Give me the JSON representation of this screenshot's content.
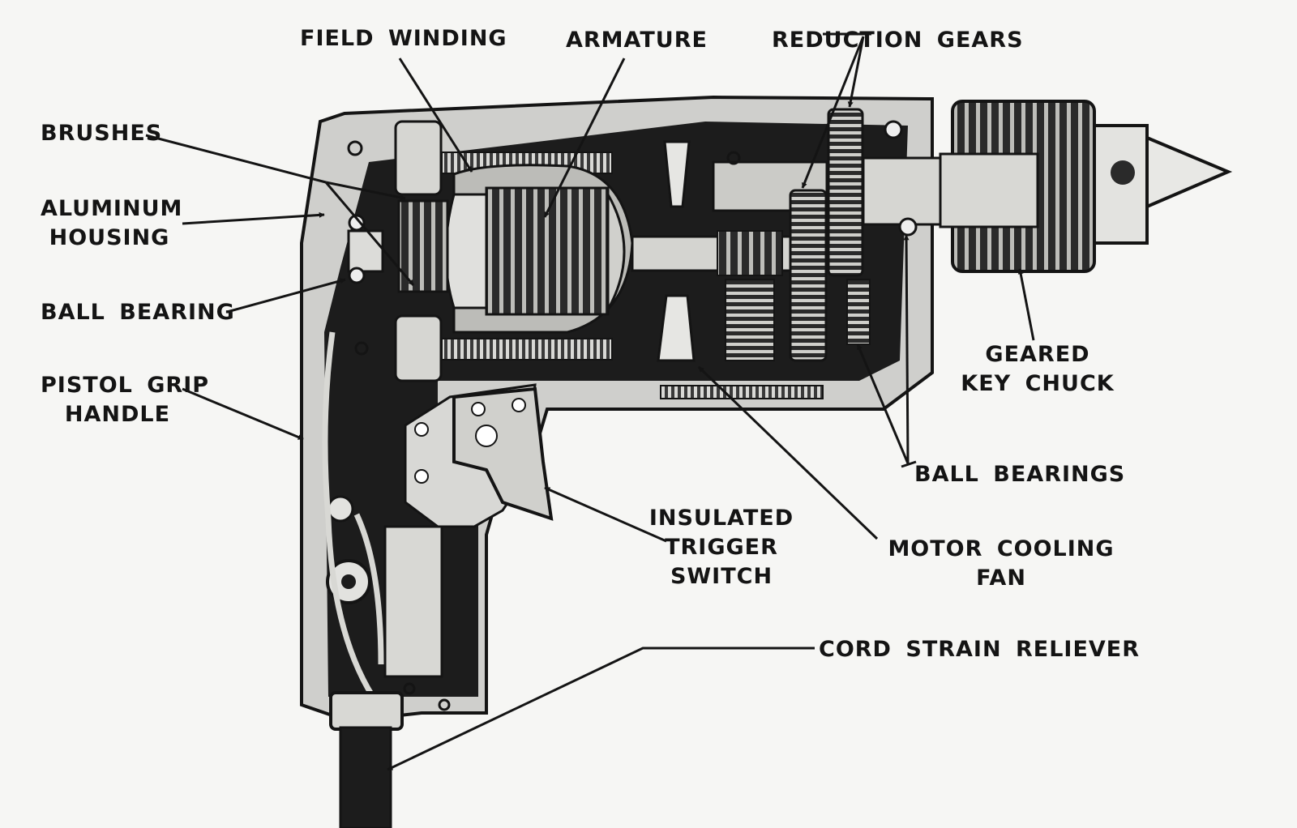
{
  "colors": {
    "ink": "#141414",
    "metal": "#c9c9c6",
    "light": "#e4e4e1",
    "dark": "#1c1c1c",
    "paper": "#f6f6f4"
  },
  "labels": {
    "field_winding": "FIELD WINDING",
    "armature": "ARMATURE",
    "reduction_gears": "REDUCTION GEARS",
    "brushes": "BRUSHES",
    "aluminum_housing_1": "ALUMINUM",
    "aluminum_housing_2": "HOUSING",
    "ball_bearing": "BALL BEARING",
    "pistol_grip_1": "PISTOL GRIP",
    "pistol_grip_2": "HANDLE",
    "geared_chuck_1": "GEARED",
    "geared_chuck_2": "KEY CHUCK",
    "ball_bearings": "BALL BEARINGS",
    "trigger_1": "INSULATED",
    "trigger_2": "TRIGGER",
    "trigger_3": "SWITCH",
    "fan_1": "MOTOR COOLING",
    "fan_2": "FAN",
    "cord_strain": "CORD STRAIN RELIEVER"
  }
}
